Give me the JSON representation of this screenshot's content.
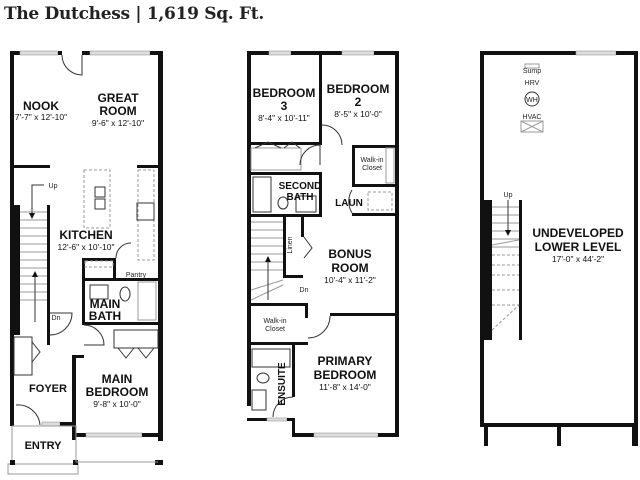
{
  "title": "The Dutchess | 1,619 Sq. Ft.",
  "main_floor": {
    "nook": {
      "name": "NOOK",
      "dims": "7'-7\" x 12'-10\""
    },
    "great_room": {
      "name1": "GREAT",
      "name2": "ROOM",
      "dims": "9'-6\" x 12'-10\""
    },
    "kitchen": {
      "name": "KITCHEN",
      "dims": "12'-6\" x 10'-10\""
    },
    "pantry": "Pantry",
    "main_bath": {
      "name1": "MAIN",
      "name2": "BATH"
    },
    "main_bedroom": {
      "name1": "MAIN",
      "name2": "BEDROOM",
      "dims": "9'-8\" x 10'-0\""
    },
    "foyer": "FOYER",
    "entry": "ENTRY",
    "stairs_up": "Up",
    "stairs_down": "Dn"
  },
  "upper_floor": {
    "bedroom3": {
      "name1": "BEDROOM",
      "name2": "3",
      "dims": "8'-4\" x 10'-11\""
    },
    "bedroom2": {
      "name1": "BEDROOM",
      "name2": "2",
      "dims": "8'-5\" x 10'-0\""
    },
    "walkin_closet_2": {
      "l1": "Walk-in",
      "l2": "Closet"
    },
    "second_bath": {
      "name1": "SECOND",
      "name2": "BATH"
    },
    "laundry": "LAUN",
    "linen": "Linen",
    "bonus_room": {
      "name1": "BONUS",
      "name2": "ROOM",
      "dims": "10'-4\" x 11'-2\""
    },
    "stairs_down": "Dn",
    "walkin_closet_primary": {
      "l1": "Walk-in",
      "l2": "Closet"
    },
    "ensuite": "ENSUITE",
    "primary_bedroom": {
      "name1": "PRIMARY",
      "name2": "BEDROOM",
      "dims": "11'-8\" x 14'-0\""
    }
  },
  "lower_level": {
    "sump": "Sump",
    "hrv": "HRV",
    "wh": "WH",
    "hvac": "HVAC",
    "stairs_up": "Up",
    "room": {
      "name1": "UNDEVELOPED",
      "name2": "LOWER LEVEL",
      "dims": "17'-0\" x 44'-2\""
    }
  }
}
